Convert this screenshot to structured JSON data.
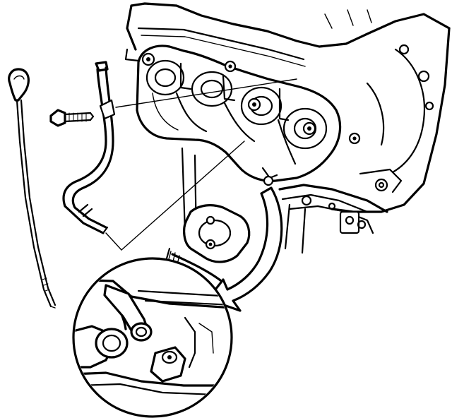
{
  "diagram": {
    "labels": [],
    "colors": {
      "ink": "#000000",
      "paper": "#ffffff"
    },
    "parts": [
      "oil-level-indicator-dipstick",
      "dipstick-tube",
      "tube-bolt",
      "engine-block",
      "exhaust-manifold",
      "detail-view-circle",
      "direction-arrow"
    ]
  }
}
